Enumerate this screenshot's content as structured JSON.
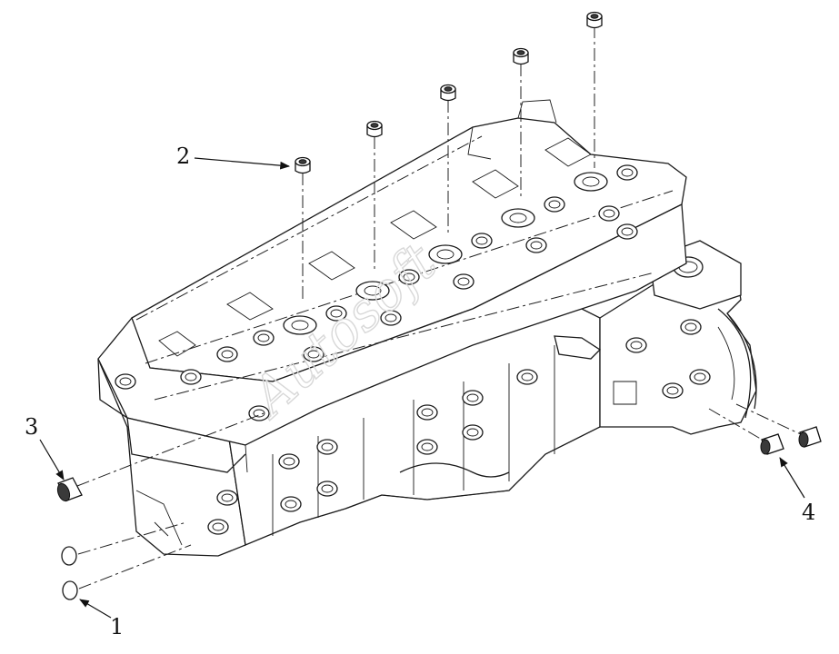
{
  "diagram": {
    "callouts": [
      {
        "id": "1",
        "label": "1"
      },
      {
        "id": "2",
        "label": "2"
      },
      {
        "id": "3",
        "label": "3"
      },
      {
        "id": "4",
        "label": "4"
      }
    ],
    "watermark": "Autosoft",
    "colors": {
      "line": "#1a1a1a",
      "background": "#ffffff",
      "watermark": "#d8d8d8"
    }
  }
}
